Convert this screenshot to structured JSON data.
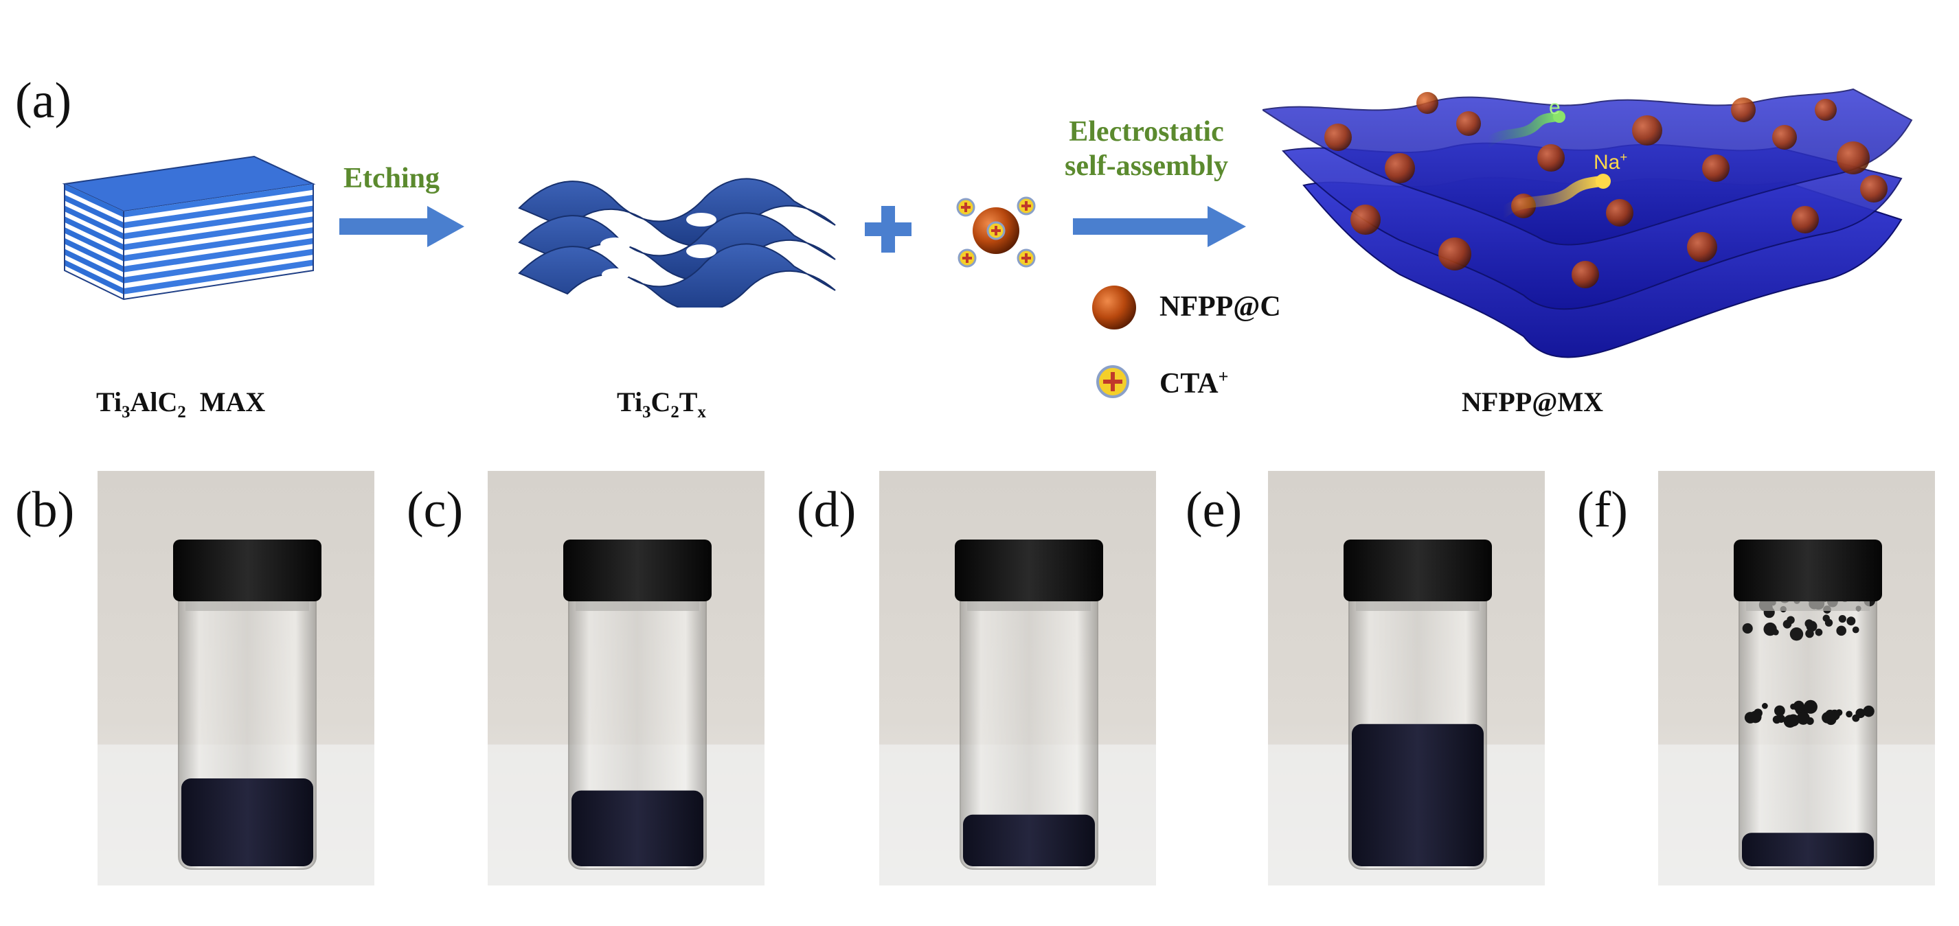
{
  "panels": {
    "a": "(a)",
    "b": "(b)",
    "c": "(c)",
    "d": "(d)",
    "e": "(e)",
    "f": "(f)"
  },
  "scheme": {
    "step1_label": "Etching",
    "step2_label_line1": "Electrostatic",
    "step2_label_line2": "self-assembly",
    "max_caption": {
      "pre": "Ti",
      "sub1": "3",
      "mid": "AlC",
      "sub2": "2",
      "post": "  MAX"
    },
    "mxene_caption": {
      "pre": "Ti",
      "sub1": "3",
      "mid": "C",
      "sub2": "2",
      "mid2": "T",
      "sub3": "x"
    },
    "product_caption": "NFPP@MX",
    "legend": [
      {
        "icon": "nfpp-particle-icon",
        "text": "NFPP@C"
      },
      {
        "icon": "cta-cation-icon",
        "text": "CTA",
        "sup": "+"
      }
    ],
    "electron_label": "e",
    "sodium_label": "Na",
    "sodium_sup": "+"
  },
  "colors": {
    "arrow": "#4a7fcf",
    "label_green": "#5b8a2e",
    "mxene_blue": "#2f55a6",
    "sheet_blue": "#2428b8",
    "particle": "#b8480e",
    "cation_yellow": "#f2c200",
    "photo_background": "#d8d4ce",
    "cap": "#1a1a1a"
  },
  "vials": [
    {
      "panel": "b",
      "liquid_level": 0.3,
      "content": "dispersion"
    },
    {
      "panel": "c",
      "liquid_level": 0.26,
      "content": "dispersion"
    },
    {
      "panel": "d",
      "liquid_level": 0.18,
      "content": "settled"
    },
    {
      "panel": "e",
      "liquid_level": 0.48,
      "content": "dispersion"
    },
    {
      "panel": "f",
      "liquid_level": 0.12,
      "content": "flocculated"
    }
  ]
}
